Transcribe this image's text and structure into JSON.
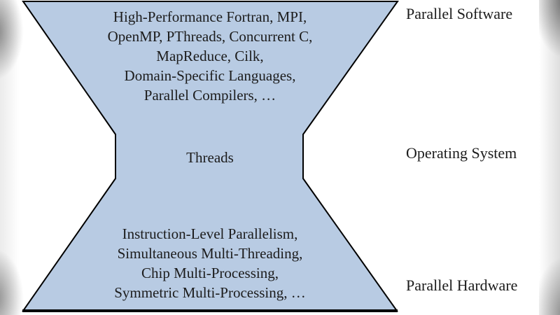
{
  "diagram": {
    "title_semantic": "parallel-computing-stack-hourglass",
    "shape_fill": "#b8cbe3",
    "shape_stroke": "#000000",
    "text_color": "#1c1c1c",
    "top_block": {
      "lines": [
        "High-Performance Fortran, MPI,",
        "OpenMP, PThreads, Concurrent C,",
        "MapReduce, Cilk,",
        "Domain-Specific Languages,",
        "Parallel Compilers, …"
      ]
    },
    "neck": {
      "label": "Threads"
    },
    "bottom_block": {
      "lines": [
        "Instruction-Level Parallelism,",
        "Simultaneous Multi-Threading,",
        "Chip Multi-Processing,",
        "Symmetric Multi-Processing, …"
      ]
    },
    "side_labels": [
      {
        "label": "Parallel Software"
      },
      {
        "label": "Operating System"
      },
      {
        "label": "Parallel Hardware"
      }
    ]
  }
}
